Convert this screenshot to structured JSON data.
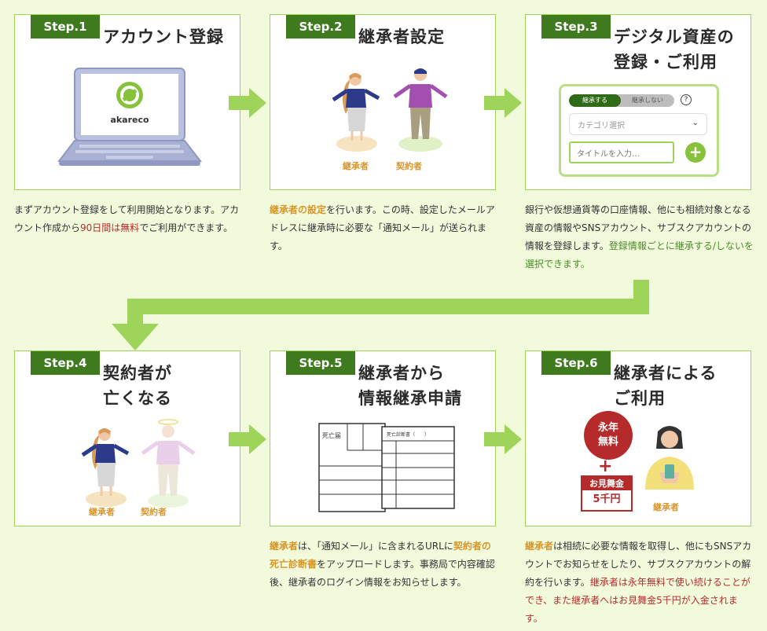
{
  "steps": [
    {
      "tag": "Step.1",
      "title_lines": [
        "アカウント登録"
      ],
      "desc": [
        {
          "t": "まずアカウント登録をして利用開始となります。アカウント作成から"
        },
        {
          "t": "90日間は無料",
          "c": "r"
        },
        {
          "t": "でご利用ができます。"
        }
      ]
    },
    {
      "tag": "Step.2",
      "title_lines": [
        "継承者設定"
      ],
      "desc": [
        {
          "t": "継承者の設定",
          "c": "o"
        },
        {
          "t": "を行います。この時、設定したメールアドレスに継承時に必要な「通知メール」が送られます。"
        }
      ]
    },
    {
      "tag": "Step.3",
      "title_lines": [
        "デジタル資産の",
        "登録・ご利用"
      ],
      "desc": [
        {
          "t": "銀行や仮想通貨等の口座情報、他にも相続対象となる資産の情報やSNSアカウント、サブスクアカウントの情報を登録します。"
        },
        {
          "t": "登録情報ごとに継承する/しないを選択できます。",
          "c": "g"
        }
      ]
    },
    {
      "tag": "Step.4",
      "title_lines": [
        "契約者が",
        "亡くなる"
      ],
      "desc": []
    },
    {
      "tag": "Step.5",
      "title_lines": [
        "継承者から",
        "情報継承申請"
      ],
      "desc": [
        {
          "t": "継承者",
          "c": "o"
        },
        {
          "t": "は、「通知メール」に含まれるURLに"
        },
        {
          "t": "契約者の死亡診断書",
          "c": "o"
        },
        {
          "t": "をアップロードします。事務局で内容確認後、継承者のログイン情報をお知らせします。"
        }
      ]
    },
    {
      "tag": "Step.6",
      "title_lines": [
        "継承者による",
        "ご利用"
      ],
      "desc": [
        {
          "t": "継承者",
          "c": "o"
        },
        {
          "t": "は相続に必要な情報を取得し、他にもSNSアカウントでお知らせをしたり、サブスクアカウントの解約を行います。"
        },
        {
          "t": "継承者は永年無料で使い続けることができ、また継承者へはお見舞金5千円が入金されます。",
          "c": "r"
        }
      ]
    }
  ],
  "laptop": {
    "logo_text": "akareco"
  },
  "persons": {
    "heir": "継承者",
    "contractor": "契約者"
  },
  "form": {
    "toggle_on": "継承する",
    "toggle_off": "継承しない",
    "help": "?",
    "category_placeholder": "カテゴリ選択",
    "title_placeholder": "タイトルを入力…",
    "add": "+"
  },
  "docs": {
    "doc1": "死亡届",
    "doc2": "死亡診断書（　　）"
  },
  "benefit": {
    "badge_line1": "永年",
    "badge_line2": "無料",
    "plus": "+",
    "gift_label": "お見舞金",
    "gift_amount": "5千円",
    "person_label": "継承者"
  },
  "colors": {
    "accent": "#9fd45a",
    "tag": "#3f7a1f",
    "orange": "#d6962b",
    "red": "#b52b2b"
  }
}
